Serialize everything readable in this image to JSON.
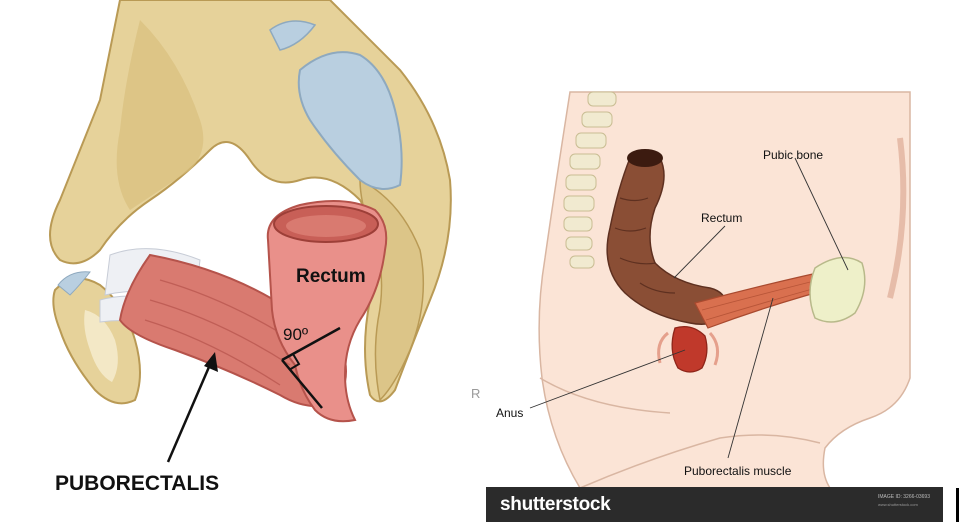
{
  "left_diagram": {
    "rectum_label": "Rectum",
    "angle_label": "90º",
    "puborectalis_label": "PUBORECTALIS"
  },
  "right_diagram": {
    "pubic_bone_label": "Pubic bone",
    "rectum_label": "Rectum",
    "anus_label": "Anus",
    "puborectalis_muscle_label": "Puborectalis muscle",
    "side_letter": "R"
  },
  "watermark": {
    "brand": "shutterstock",
    "image_id": "IMAGE ID: 3266-03693",
    "site": "www.shutterstock.com"
  },
  "colors": {
    "bone": "#e8d59e",
    "bone_shadow": "#c7ab63",
    "muscle": "#d97a70",
    "muscle_dark": "#b5534b",
    "rectum": "#e9908a",
    "cartilage": "#b9cfe0",
    "skin": "#fbe4d6",
    "colon": "#8a4e35",
    "bar": "#2b2b2b"
  }
}
